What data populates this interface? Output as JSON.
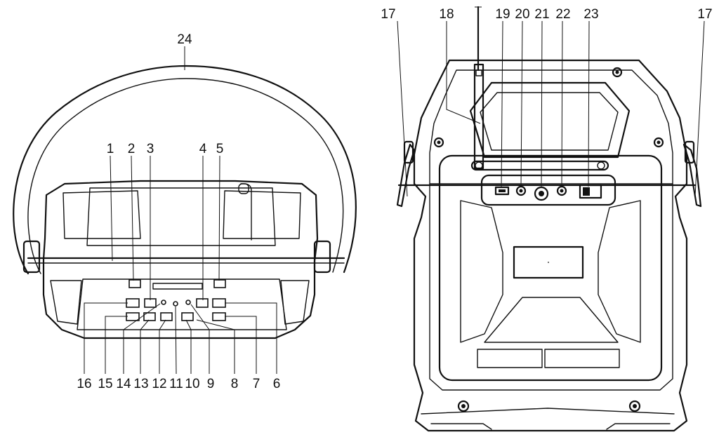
{
  "callouts_top_left": [
    "24",
    "1",
    "2",
    "3",
    "4",
    "5"
  ],
  "callouts_bottom_left": [
    "16",
    "15",
    "14",
    "13",
    "12",
    "11",
    "10",
    "9",
    "8",
    "7",
    "6"
  ],
  "callouts_top_right": [
    "17",
    "18",
    "19",
    "20",
    "21",
    "22",
    "23",
    "17"
  ],
  "colors": {
    "line": "#111111",
    "background": "#ffffff",
    "grille": "#888888"
  }
}
